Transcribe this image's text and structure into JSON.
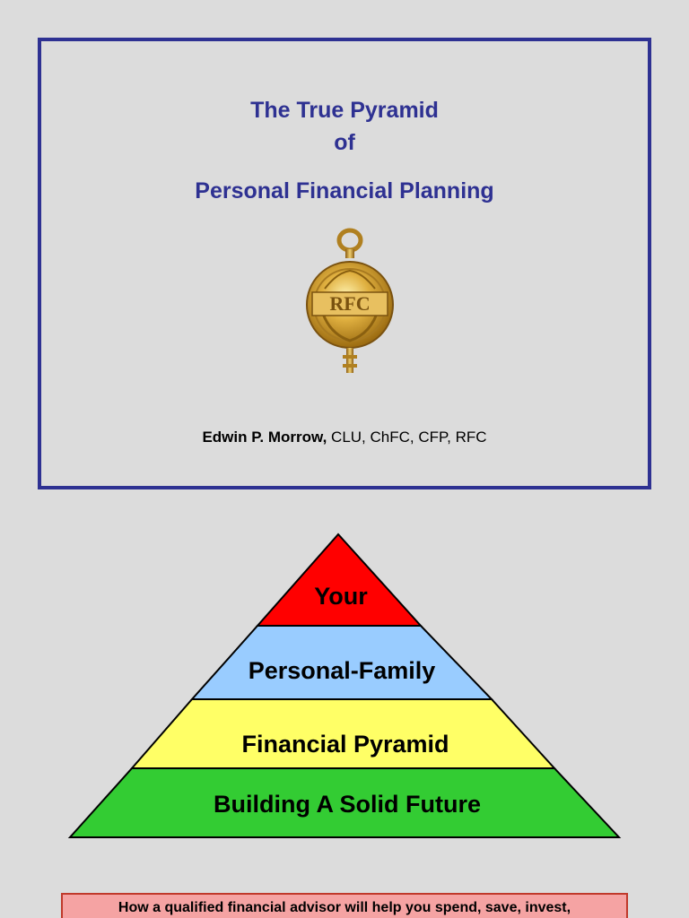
{
  "title": {
    "line1": "The True Pyramid",
    "line2": "of",
    "line3": "Personal Financial Planning"
  },
  "medal": {
    "icon": "rfc-medal-icon",
    "text": "RFC"
  },
  "author": {
    "name": "Edwin P. Morrow,",
    "credentials": " CLU, ChFC, CFP, RFC"
  },
  "pyramid": {
    "tiers": [
      {
        "label": "Your",
        "color": "#ff0000"
      },
      {
        "label": "Personal-Family",
        "color": "#99ccff"
      },
      {
        "label": "Financial Pyramid",
        "color": "#ffff66"
      },
      {
        "label": "Building A Solid Future",
        "color": "#33cc33"
      }
    ]
  },
  "bottom_text": "How a qualified financial advisor will help you spend, save, invest,",
  "colors": {
    "title": "#2e3192",
    "border": "#2e3192",
    "background": "#dcdcdc"
  }
}
